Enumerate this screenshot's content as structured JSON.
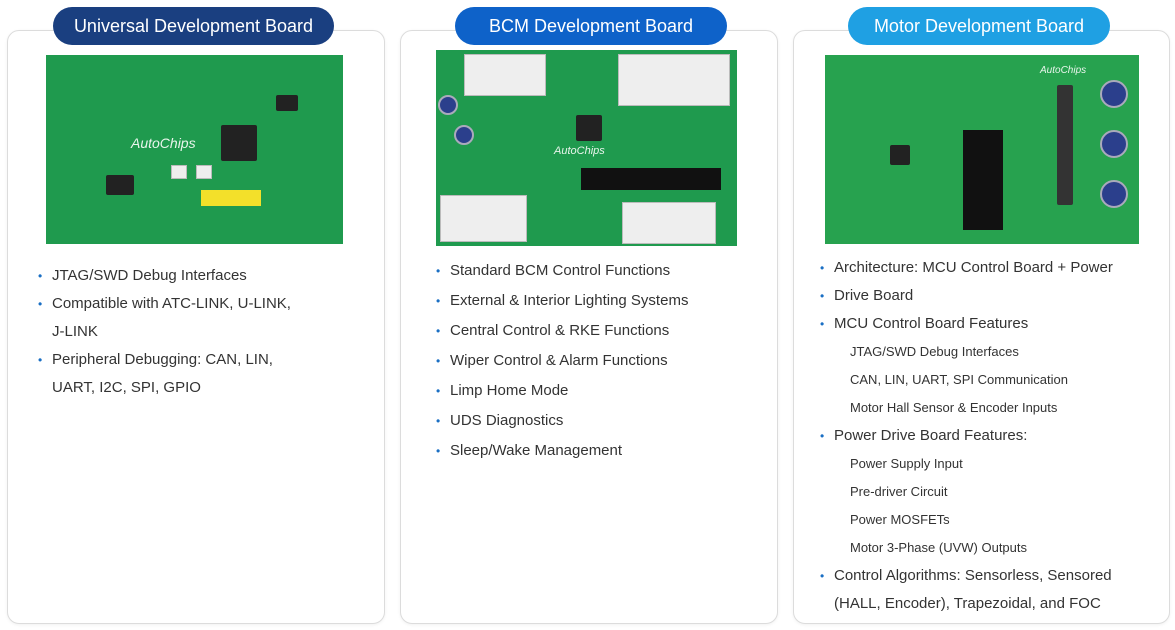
{
  "cards": [
    {
      "title": "Universal Development Board",
      "color": "#1a3f80",
      "items": [
        "JTAG/SWD Debug Interfaces",
        "Compatible with ATC-LINK, U-LINK,",
        "J-LINK",
        "Peripheral Debugging: CAN, LIN,",
        "UART, I2C, SPI, GPIO"
      ]
    },
    {
      "title": "BCM Development Board",
      "color": "#0e62c9",
      "items": [
        "Standard BCM Control Functions",
        "External & Interior Lighting Systems",
        "Central Control & RKE Functions",
        "Wiper Control & Alarm Functions",
        "Limp Home Mode",
        "UDS Diagnostics",
        "Sleep/Wake Management"
      ]
    },
    {
      "title": "Motor Development Board",
      "color": "#1fa0e3",
      "items": [
        "Architecture: MCU Control Board + Power",
        "Drive Board",
        "MCU Control Board Features",
        "JTAG/SWD Debug Interfaces",
        "CAN, LIN, UART, SPI Communication",
        "Motor Hall Sensor & Encoder Inputs",
        "Power Drive Board Features:",
        "Power Supply Input",
        "Pre-driver Circuit",
        "Power MOSFETs",
        "Motor 3-Phase (UVW) Outputs",
        "Control Algorithms: Sensorless, Sensored",
        "(HALL, Encoder), Trapezoidal, and FOC"
      ]
    }
  ],
  "board_logo": "AutoChips"
}
